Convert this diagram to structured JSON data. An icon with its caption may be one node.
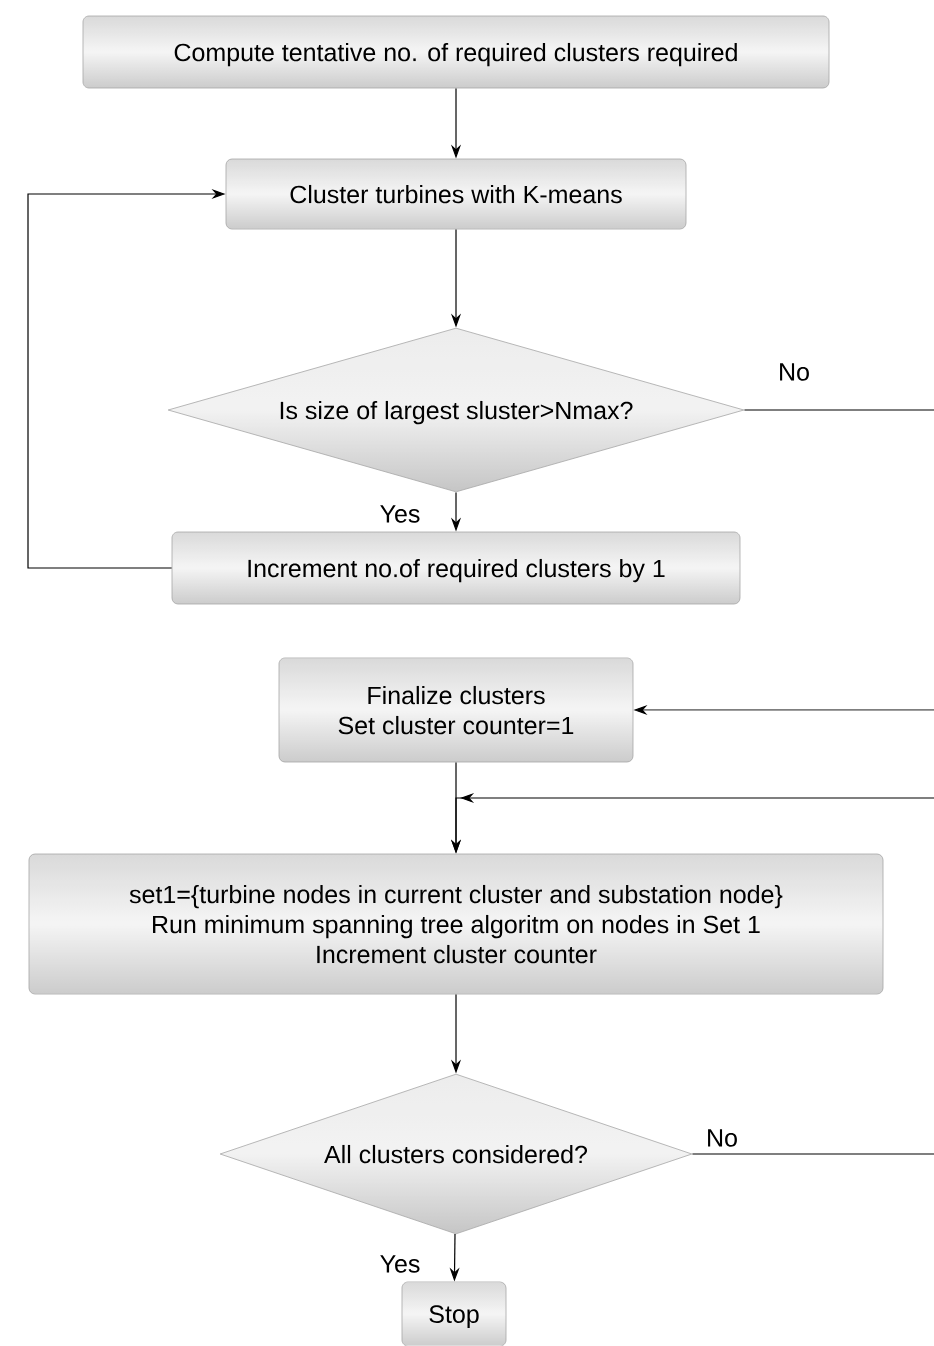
{
  "diagram": {
    "nodes": [
      {
        "text": [
          "Compute tentative no. of required clusters required"
        ]
      },
      {
        "text": [
          "Cluster turbines with K-means"
        ]
      },
      {
        "text": [
          "Is size of largest sluster>Nmax?"
        ]
      },
      {
        "text": [
          "Increment no.of required clusters by 1"
        ]
      },
      {
        "text": [
          "Finalize clusters",
          "Set cluster counter=1"
        ]
      },
      {
        "text": [
          "set1={turbine nodes in current cluster and substation node}",
          "Run minimum spanning tree algoritm on nodes in Set 1",
          "Increment cluster counter"
        ]
      },
      {
        "text": [
          "All clusters considered?"
        ]
      },
      {
        "text": [
          "Stop"
        ]
      }
    ],
    "edges": [
      {
        "from": 0,
        "to": 1,
        "arrow": "to"
      },
      {
        "from": 1,
        "to": 2,
        "arrow": "to"
      },
      {
        "from": 2,
        "to": 3,
        "arrow": "to",
        "label": "Yes"
      },
      {
        "from": 3,
        "to": 1,
        "arrow": "to"
      },
      {
        "from": 2,
        "to": null,
        "arrow": "none",
        "label": "No"
      },
      {
        "from": null,
        "to": 4,
        "arrow": "to"
      },
      {
        "from": 4,
        "to": 5,
        "arrow": "to"
      },
      {
        "from": null,
        "to": 5,
        "arrow": "to"
      },
      {
        "from": 5,
        "to": 6,
        "arrow": "to"
      },
      {
        "from": 6,
        "to": null,
        "arrow": "none",
        "label": "No"
      },
      {
        "from": 6,
        "to": 7,
        "arrow": "to",
        "label": "Yes"
      }
    ]
  }
}
